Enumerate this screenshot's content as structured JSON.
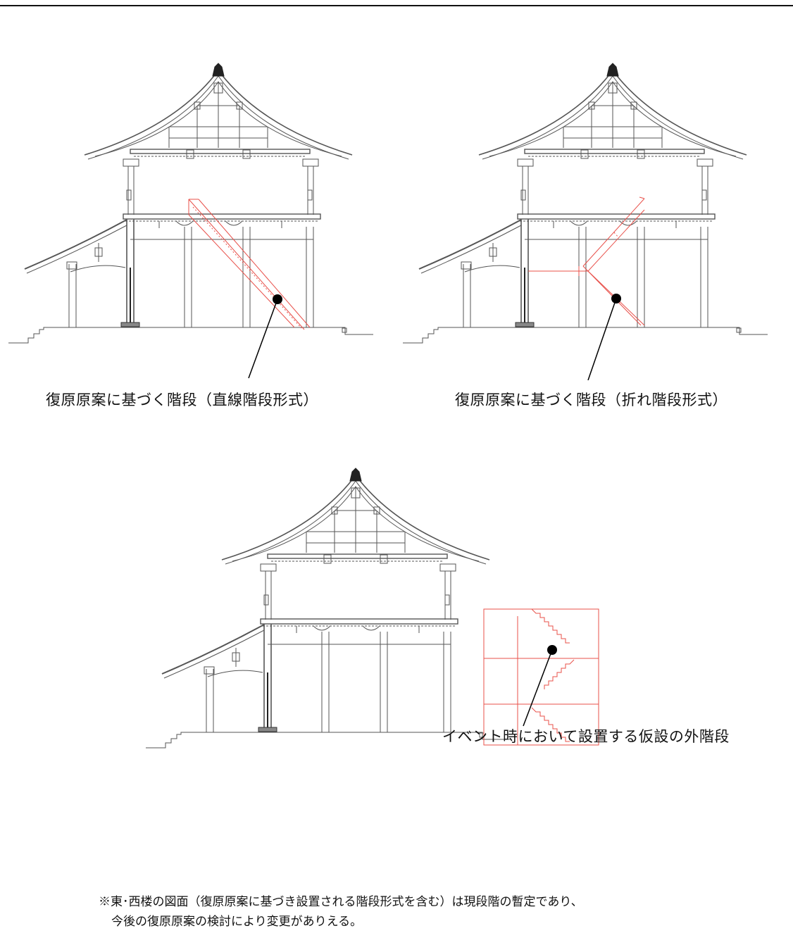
{
  "header": {
    "mark": ""
  },
  "diagrams": [
    {
      "id": "straight-stair",
      "caption": "復原原案に基づく階段（直線階段形式）"
    },
    {
      "id": "folded-stair",
      "caption": "復原原案に基づく階段（折れ階段形式）"
    },
    {
      "id": "temporary-stair",
      "caption": "イベント時において設置する仮設の外階段"
    }
  ],
  "notes": {
    "line1": "※東･西楼の図面（復原原案に基づき設置される階段形式を含む）は現段階の暫定であり、",
    "line2": "今後の復原原案の検討により変更がありえる。"
  },
  "colors": {
    "structure": "#555555",
    "stair": "#e8504a",
    "leader": "#000000"
  }
}
